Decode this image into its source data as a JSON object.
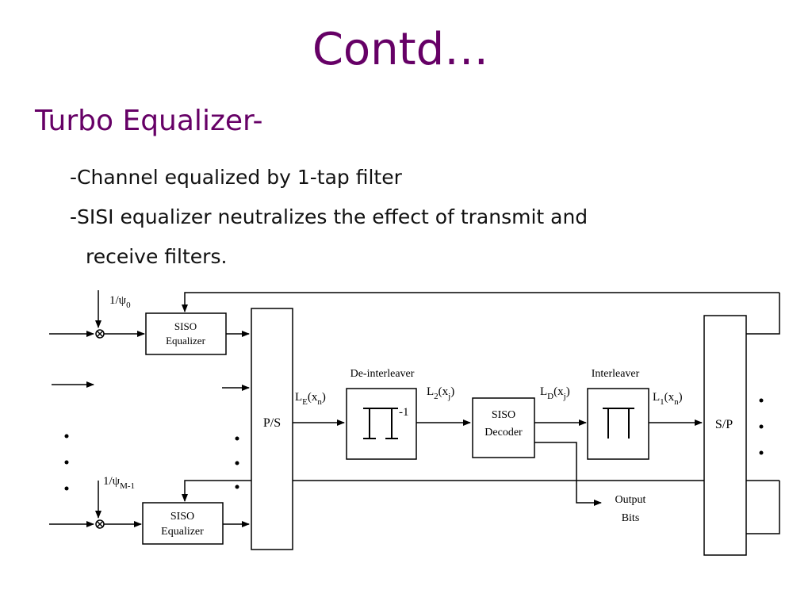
{
  "slide": {
    "title": "Contd…",
    "subtitle": "Turbo Equalizer-",
    "bullets": [
      "-Channel equalized by 1-tap filter",
      "-SISI equalizer neutralizes the effect of transmit and",
      "receive filters."
    ]
  },
  "diagram": {
    "scale_top": "1/ψ",
    "scale_top_sub": "0",
    "scale_bottom": "1/ψ",
    "scale_bottom_sub": "M-1",
    "siso_eq_top": [
      "SISO",
      "Equalizer"
    ],
    "siso_eq_bottom": [
      "SISO",
      "Equalizer"
    ],
    "ps_label": "P/S",
    "deinterleaver_label": "De-interleaver",
    "deinterleaver_symbol": "∏",
    "deinterleaver_sup": "-1",
    "le_label": "L",
    "le_sub": "E",
    "le_arg": "(x",
    "le_arg_sub": "n",
    "le_close": ")",
    "l2_label": "L",
    "l2_sub": "2",
    "l2_arg": "(x",
    "l2_arg_sub": "j",
    "l2_close": ")",
    "siso_decoder": [
      "SISO",
      "Decoder"
    ],
    "ld_label": "L",
    "ld_sub": "D",
    "ld_arg": "(x",
    "ld_arg_sub": "j",
    "ld_close": ")",
    "interleaver_label": "Interleaver",
    "interleaver_symbol": "∏",
    "l1_label": "L",
    "l1_sub": "1",
    "l1_arg": "(x",
    "l1_arg_sub": "n",
    "l1_close": ")",
    "sp_label": "S/P",
    "output_bits": [
      "Output",
      "Bits"
    ]
  }
}
